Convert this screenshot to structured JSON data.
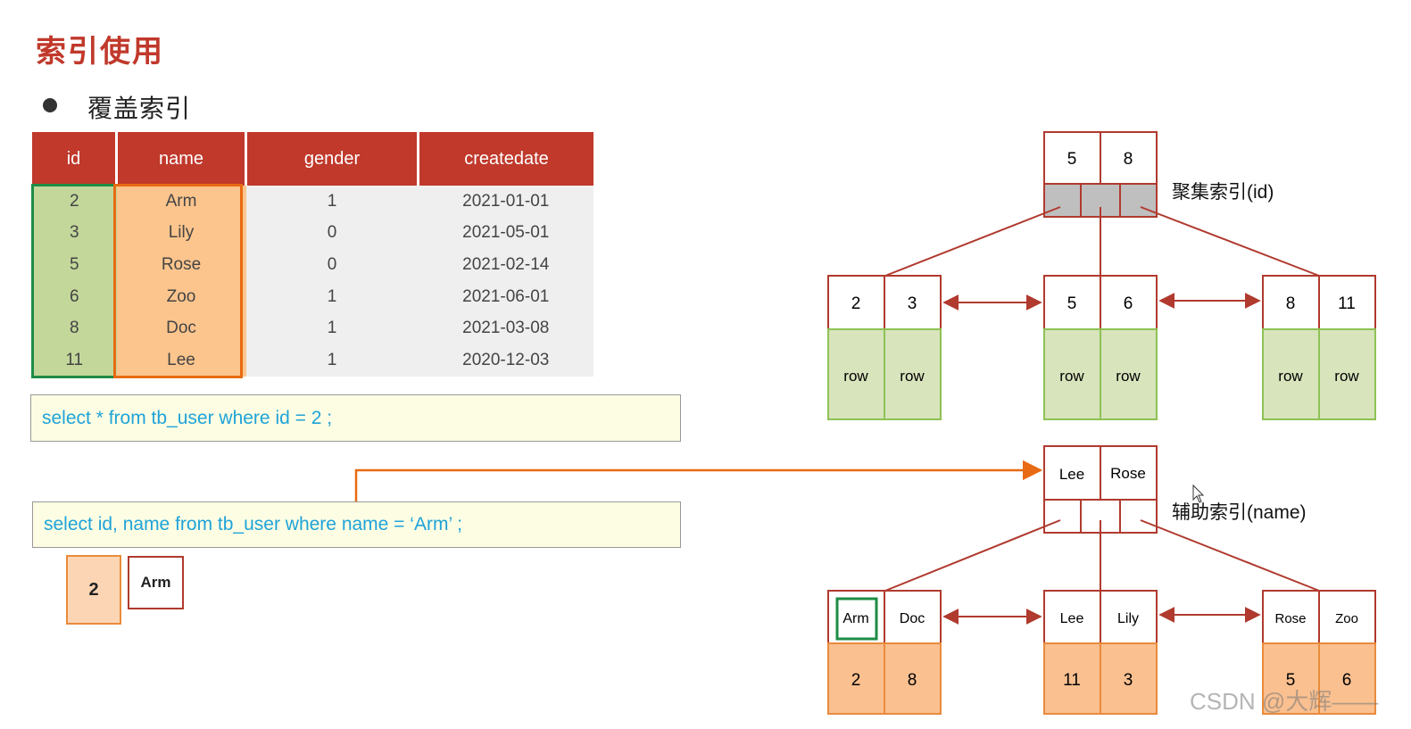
{
  "title": "索引使用",
  "subtitle": "覆盖索引",
  "table": {
    "headers": [
      "id",
      "name",
      "gender",
      "createdate"
    ],
    "rows": [
      [
        "2",
        "Arm",
        "1",
        "2021-01-01"
      ],
      [
        "3",
        "Lily",
        "0",
        "2021-05-01"
      ],
      [
        "5",
        "Rose",
        "0",
        "2021-02-14"
      ],
      [
        "6",
        "Zoo",
        "1",
        "2021-06-01"
      ],
      [
        "8",
        "Doc",
        "1",
        "2021-03-08"
      ],
      [
        "11",
        "Lee",
        "1",
        "2020-12-03"
      ]
    ]
  },
  "sql1": "select  *  from  tb_user  where  id  =  2 ;",
  "sql2": "select  id, name  from  tb_user  where  name = ‘Arm’ ;",
  "result": {
    "id": "2",
    "name": "Arm"
  },
  "clustered_index": {
    "label": "聚集索引(id)",
    "root": [
      "5",
      "8"
    ],
    "leaves": [
      {
        "keys": [
          "2",
          "3"
        ],
        "values": [
          "row",
          "row"
        ]
      },
      {
        "keys": [
          "5",
          "6"
        ],
        "values": [
          "row",
          "row"
        ]
      },
      {
        "keys": [
          "8",
          "11"
        ],
        "values": [
          "row",
          "row"
        ]
      }
    ]
  },
  "secondary_index": {
    "label": "辅助索引(name)",
    "root": [
      "Lee",
      "Rose"
    ],
    "leaves": [
      {
        "keys": [
          "Arm",
          "Doc"
        ],
        "values": [
          "2",
          "8"
        ]
      },
      {
        "keys": [
          "Lee",
          "Lily"
        ],
        "values": [
          "11",
          "3"
        ]
      },
      {
        "keys": [
          "Rose",
          "Zoo"
        ],
        "values": [
          "5",
          "6"
        ]
      }
    ]
  },
  "watermark": "CSDN @大辉——",
  "colors": {
    "accent": "#c0392b",
    "id_highlight": "#1e8c45",
    "name_highlight": "#e86a12",
    "row_green": "#d8e4bc",
    "row_orange": "#fcc58d",
    "sql_text": "#1fa3d9",
    "arrow_orange": "#e86a12"
  }
}
